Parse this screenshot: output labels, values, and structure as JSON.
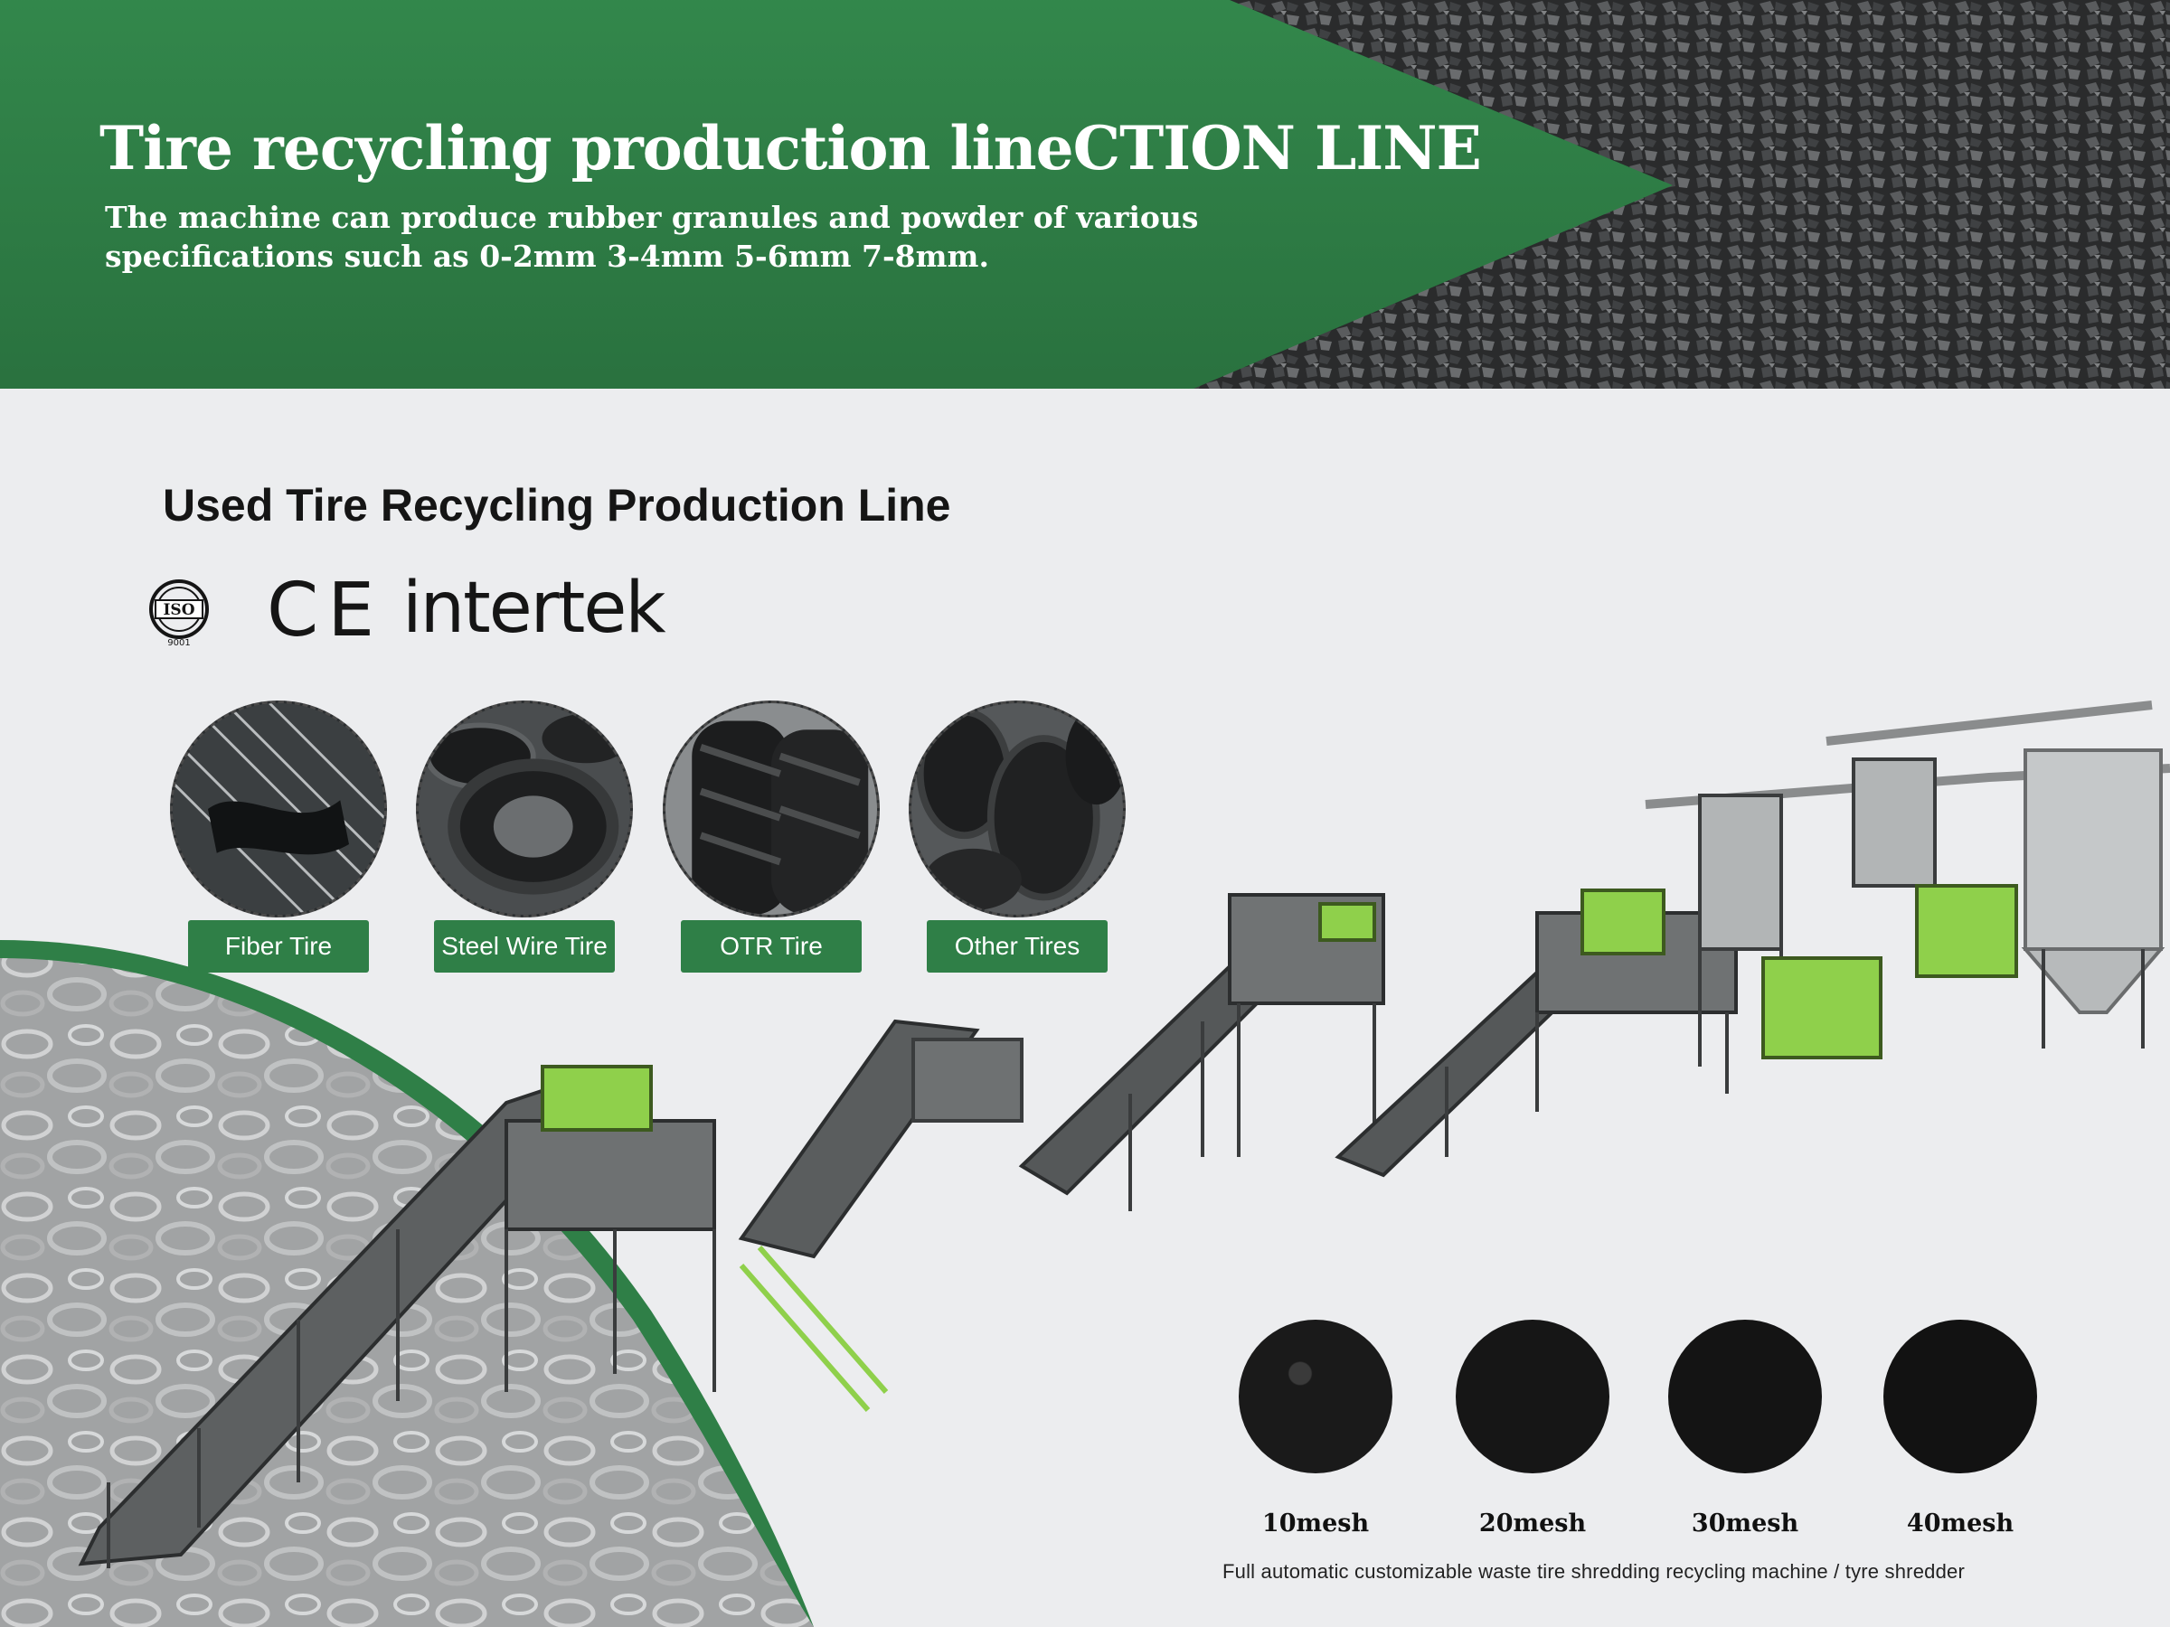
{
  "banner": {
    "title": "Tire recycling production lineCTION LINE",
    "subtitle_line1": "The machine can produce rubber granules and powder of various",
    "subtitle_line2": "specifications such as 0-2mm 3-4mm 5-6mm 7-8mm."
  },
  "section": {
    "title": "Used Tire Recycling Production Line"
  },
  "certifications": {
    "iso_text": "ISO",
    "iso_number": "9001",
    "ce_text": "CE",
    "intertek_text": "intertek"
  },
  "tire_types": [
    {
      "label": "Fiber Tire",
      "icon": "fiber-tire-photo"
    },
    {
      "label": "Steel Wire Tire",
      "icon": "steel-wire-tire-photo"
    },
    {
      "label": "OTR Tire",
      "icon": "otr-tire-photo"
    },
    {
      "label": "Other Tires",
      "icon": "other-tires-photo"
    }
  ],
  "mesh_samples": [
    {
      "label": "10mesh",
      "color": "#1a1a1a"
    },
    {
      "label": "20mesh",
      "color": "#161616"
    },
    {
      "label": "30mesh",
      "color": "#141414"
    },
    {
      "label": "40mesh",
      "color": "#121212"
    }
  ],
  "caption": "Full automatic customizable waste tire shredding recycling machine / tyre shredder",
  "colors": {
    "brand_green": "#2f7f47",
    "banner_green": "#2e7d45",
    "background": "#ecedef"
  }
}
